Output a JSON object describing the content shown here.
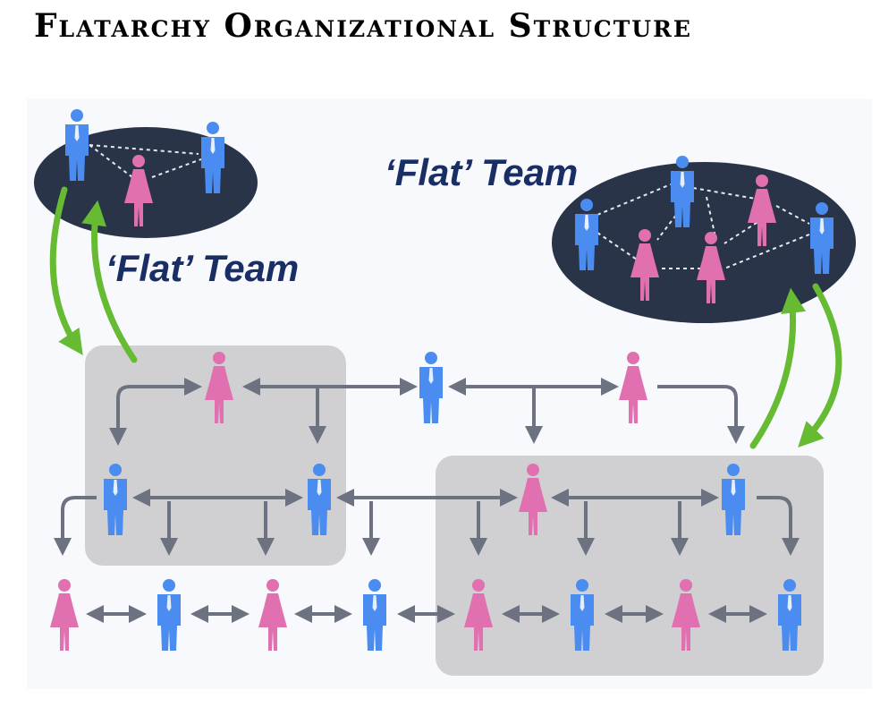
{
  "title": "Flatarchy Organizational Structure",
  "labels": {
    "team_left": "‘Flat’ Team",
    "team_right": "‘Flat’ Team"
  },
  "colors": {
    "male": "#4a8cf0",
    "female": "#e070b0",
    "team_oval": "#2a3448",
    "grey_box": "#d0d0d2",
    "arrow": "#6c7280",
    "green_arrow": "#66bb33",
    "label_text": "#1a2e66"
  },
  "icons": {
    "male": "male-person-icon",
    "female": "female-person-icon"
  }
}
